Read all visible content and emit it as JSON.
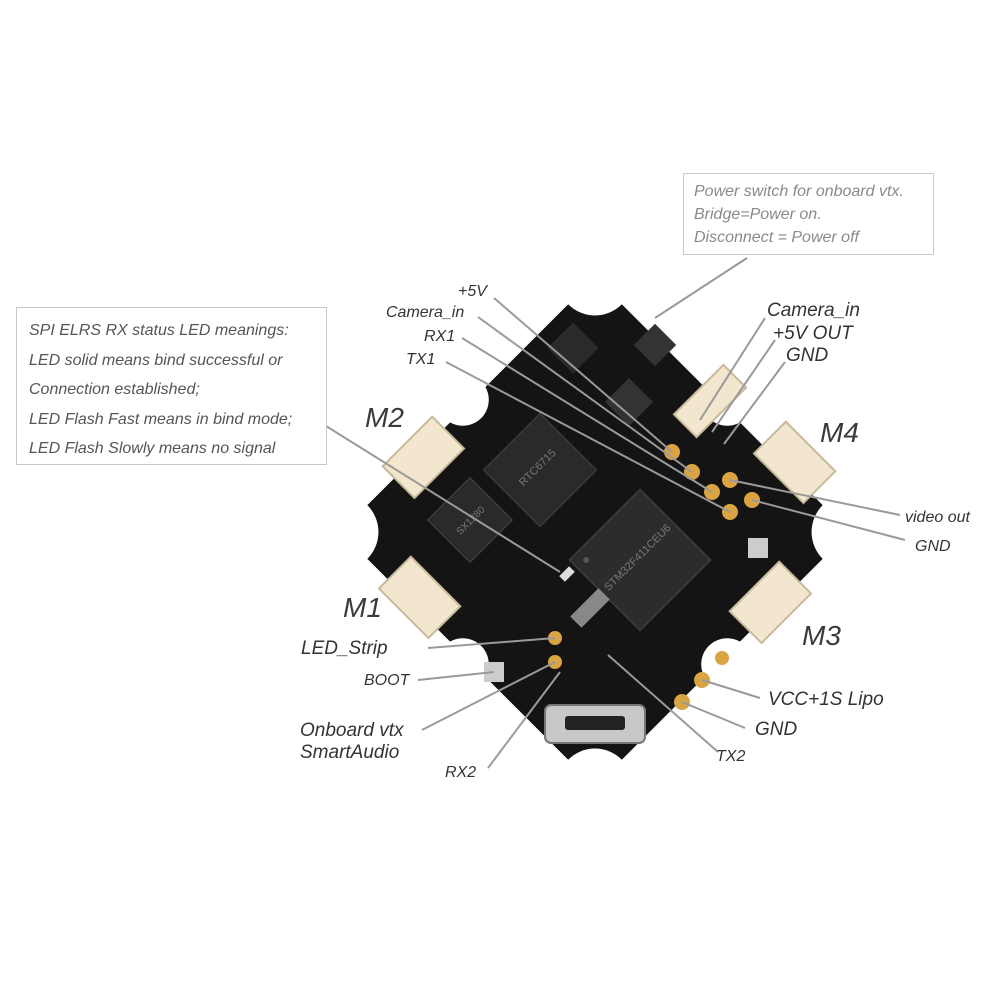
{
  "notes": {
    "led_status": [
      "SPI ELRS RX status LED meanings:",
      "LED solid means bind successful or",
      "Connection established;",
      "LED Flash Fast means in bind mode;",
      "LED Flash Slowly means no signal"
    ],
    "power_switch": [
      "Power switch for onboard vtx.",
      "Bridge=Power on.",
      "Disconnect = Power off"
    ]
  },
  "labels": {
    "p5v": "+5V",
    "camera_in_small": "Camera_in",
    "rx1": "RX1",
    "tx1": "TX1",
    "camera_in": "Camera_in",
    "p5v_out": "+5V  OUT",
    "gnd_top": "GND",
    "m1": "M1",
    "m2": "M2",
    "m3": "M3",
    "m4": "M4",
    "video_out": "video out",
    "gnd_right": "GND",
    "led_strip": "LED_Strip",
    "boot": "BOOT",
    "onboard_vtx": "Onboard vtx",
    "smartaudio": "SmartAudio",
    "rx2": "RX2",
    "tx2": "TX2",
    "vcc": "VCC+1S Lipo",
    "gnd_bottom": "GND"
  },
  "chips": {
    "rtc": "RTC6715",
    "stm": "STM32F411CEU6",
    "elrs": "SX1280"
  },
  "colors": {
    "board": "#141414",
    "pad": "#d9a441",
    "connector": "#f3e6cf",
    "line": "#999999"
  }
}
